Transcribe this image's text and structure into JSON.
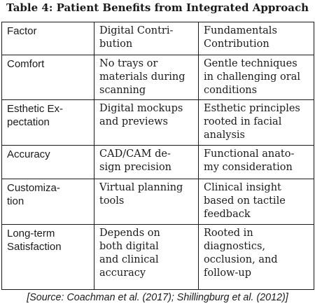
{
  "title": "Table 4: Patient Benefits from Integrated Approach",
  "table": {
    "headers": [
      "Factor",
      "Digital Contri-\nbution",
      "Fundamentals\nContribution"
    ],
    "rows": [
      [
        "Comfort",
        "No trays or\nmaterials during\nscanning",
        "Gentle techniques\nin challenging oral\nconditions"
      ],
      [
        "Esthetic Ex-\npectation",
        "Digital mockups\nand previews",
        "Esthetic principles\nrooted in facial\nanalysis"
      ],
      [
        "Accuracy",
        "CAD/CAM de-\nsign precision",
        "Functional anato-\nmy consideration"
      ],
      [
        "Customiza-\ntion",
        "Virtual planning\ntools",
        "Clinical insight\nbased on tactile\nfeedback"
      ],
      [
        "Long-term\nSatisfaction",
        "Depends on\nboth digital\nand clinical\naccuracy",
        "Rooted in\ndiagnostics,\nocclusion, and\nfollow-up"
      ]
    ]
  },
  "source": "[Source: Coachman et al. (2017); Shillingburg et al. (2012)]"
}
